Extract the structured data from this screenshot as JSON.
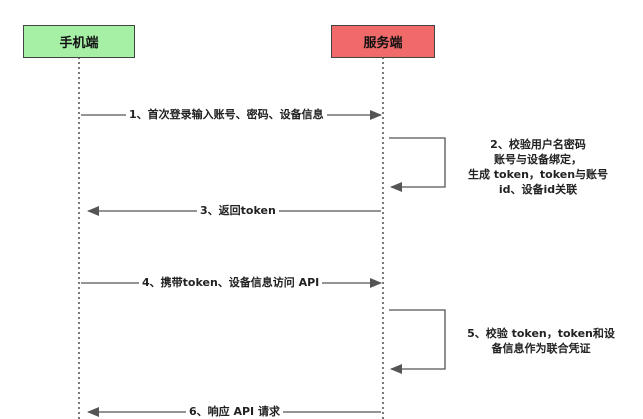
{
  "participants": [
    {
      "id": "client",
      "label": "手机端",
      "color": "#a6f0a6"
    },
    {
      "id": "server",
      "label": "服务端",
      "color": "#f06a6a"
    }
  ],
  "messages": [
    {
      "label": "1、首次登录输入账号、密码、设备信息",
      "from": "client",
      "to": "server"
    },
    {
      "label": "3、返回token",
      "from": "server",
      "to": "client"
    },
    {
      "label": "4、携带token、设备信息访问 API",
      "from": "client",
      "to": "server"
    },
    {
      "label": "6、响应 API 请求",
      "from": "server",
      "to": "client"
    }
  ],
  "self_calls": [
    {
      "participant": "server",
      "lines": [
        "2、校验用户名密码",
        "账号与设备绑定，",
        "生成 token，token与账号",
        "id、设备id关联"
      ]
    },
    {
      "participant": "server",
      "lines": [
        "5、校验 token，token和设",
        "备信息作为联合凭证"
      ]
    }
  ],
  "colors": {
    "line": "#555555",
    "lifeline": "#333333"
  }
}
